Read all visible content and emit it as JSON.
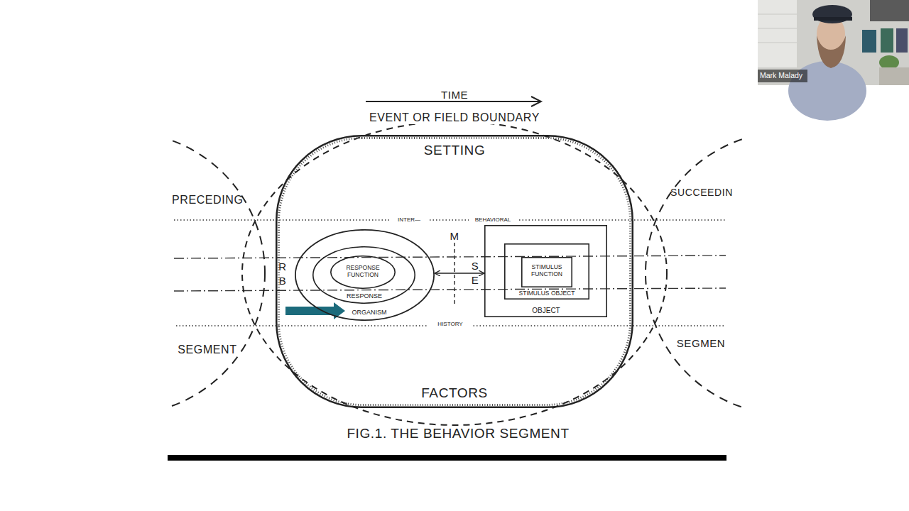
{
  "diagram": {
    "caption": "FIG.1. THE BEHAVIOR SEGMENT",
    "nodes": [
      {
        "text": [
          "EVENT OR FIELD BOUNDARY"
        ]
      },
      {
        "text": [
          "SETTING",
          "FACTORS"
        ],
        "in": 0
      },
      {
        "text": [
          "PRECEDING",
          "SEGMENT"
        ]
      },
      {
        "text": [
          "SUCCEEDIN",
          "SEGMEN"
        ]
      },
      {
        "text": [
          "ORGANISM"
        ],
        "in": 1
      },
      {
        "text": [
          "RESPONSE"
        ],
        "in": 4
      },
      {
        "text": [
          "RESPONSE FUNCTION"
        ],
        "in": 5
      },
      {
        "text": [
          "OBJECT"
        ],
        "in": 1
      },
      {
        "text": [
          "STIMULUS OBJECT"
        ],
        "in": 7
      },
      {
        "text": [
          "STIMULUS FUNCTION"
        ],
        "in": 8
      }
    ],
    "edges": [
      {
        "from": 4,
        "to": 7,
        "arrow": "both"
      }
    ],
    "labels": [
      "TIME",
      "INTER—",
      "BEHAVIORAL",
      "M",
      "R B",
      "S E",
      "HISTORY",
      "Mark Malady"
    ]
  }
}
